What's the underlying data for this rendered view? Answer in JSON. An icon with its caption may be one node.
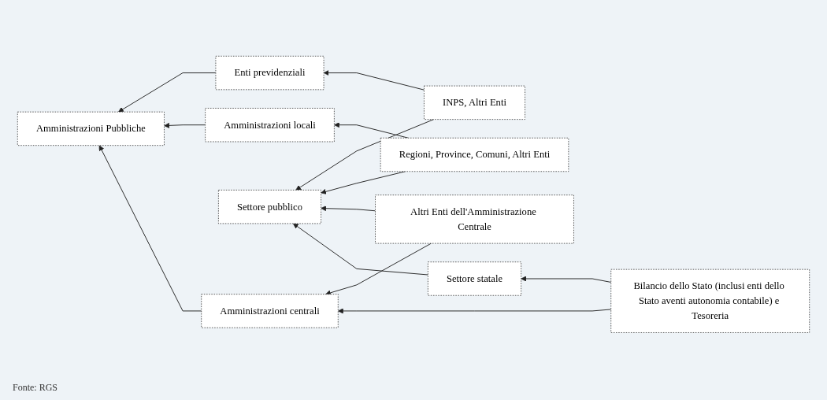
{
  "diagram": {
    "caption": "Fonte: RGS",
    "nodes": [
      {
        "text": [
          "Amministrazioni centrali"
        ]
      },
      {
        "text": [
          "Bilancio dello Stato (inclusi enti dello Stato aventi autonomia contabile) e Tesoreria"
        ]
      },
      {
        "text": [
          "Settore statale"
        ]
      },
      {
        "text": [
          "Altri Enti dell'Amministrazione Centrale"
        ]
      },
      {
        "text": [
          "Amministrazioni Pubbliche"
        ]
      },
      {
        "text": [
          "Amministrazioni locali"
        ]
      },
      {
        "text": [
          "Regioni, Province, Comuni, Altri Enti"
        ]
      },
      {
        "text": [
          "Settore pubblico"
        ]
      },
      {
        "text": [
          "Enti previdenziali"
        ]
      },
      {
        "text": [
          "INPS, Altri Enti"
        ]
      }
    ],
    "edges": [
      {
        "from": 1,
        "to": 0,
        "arrow": "to"
      },
      {
        "from": 1,
        "to": 2,
        "arrow": "to"
      },
      {
        "from": 0,
        "to": 4,
        "arrow": "to"
      },
      {
        "from": 2,
        "to": 7,
        "arrow": "to"
      },
      {
        "from": 3,
        "to": 0,
        "arrow": "to"
      },
      {
        "from": 3,
        "to": 7,
        "arrow": "to"
      },
      {
        "from": 6,
        "to": 5,
        "arrow": "to"
      },
      {
        "from": 5,
        "to": 4,
        "arrow": "to"
      },
      {
        "from": 6,
        "to": 7,
        "arrow": "to"
      },
      {
        "from": 9,
        "to": 8,
        "arrow": "to"
      },
      {
        "from": 8,
        "to": 4,
        "arrow": "to"
      },
      {
        "from": 9,
        "to": 7,
        "arrow": "to"
      }
    ]
  }
}
